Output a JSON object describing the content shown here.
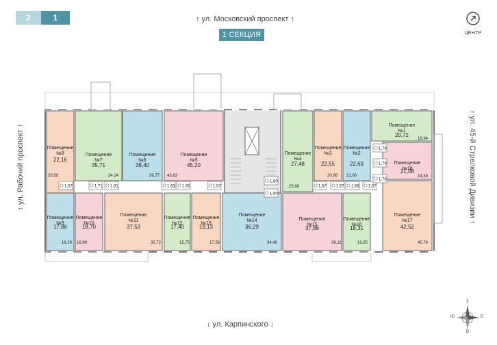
{
  "floor_tabs": [
    {
      "label": "2"
    },
    {
      "label": "1"
    }
  ],
  "streets": {
    "top": "↑ ул. Московский проспект ↑",
    "bottom": "↓ ул. Карпинского ↓",
    "left": "↑ ул. Рабочий проспект ↑",
    "right": "↑ ул. 45-й Стрелковой Дивизии ↑"
  },
  "section_label": "1 СЕКЦИЯ",
  "center_button": {
    "label": "ЦЕНТР"
  },
  "compass": {
    "n": "С",
    "s": "Ю",
    "e": "В",
    "w": "З"
  },
  "colors": {
    "peach": "#f8d8c3",
    "green": "#d4ebc9",
    "blue": "#bcdfea",
    "pink": "#f6d2d9",
    "gray": "#e6e6e6",
    "wall": "#777777",
    "accent": "#4f93a4"
  },
  "rooms": [
    {
      "name": "Помещение №8",
      "area": "22,16",
      "extra": "20,59",
      "color": "peach"
    },
    {
      "name": "Помещение №7",
      "area": "35,71",
      "extra": "34,14",
      "color": "green"
    },
    {
      "name": "Помещение №6",
      "area": "38,40",
      "extra": "36,77",
      "color": "blue"
    },
    {
      "name": "Помещение №5",
      "area": "45,20",
      "extra": "43,63",
      "color": "pink"
    },
    {
      "name": "Помещение №4",
      "area": "27,48",
      "extra": "25,68",
      "color": "green"
    },
    {
      "name": "Помещение №3",
      "area": "22,55",
      "extra": "20,98",
      "color": "peach"
    },
    {
      "name": "Помещение №2",
      "area": "22,63",
      "extra": "21,06",
      "color": "blue"
    },
    {
      "name": "Помещение №1",
      "area": "20,72",
      "extra": "18,94",
      "color": "green"
    },
    {
      "name": "Помещение №18",
      "area": "21,08",
      "extra": "19,30",
      "color": "pink"
    },
    {
      "name": "Помещение №17",
      "area": "42,52",
      "extra": "40,74",
      "color": "peach"
    },
    {
      "name": "Помещение №16",
      "area": "18,31",
      "extra": "16,65",
      "color": "green"
    },
    {
      "name": "Помещение №15",
      "area": "37,68",
      "extra": "36,11",
      "color": "pink"
    },
    {
      "name": "Помещение №14",
      "area": "36,29",
      "extra": "34,49",
      "color": "blue"
    },
    {
      "name": "Помещение №13",
      "area": "19,13",
      "extra": "17,56",
      "color": "peach"
    },
    {
      "name": "Помещение №12",
      "area": "17,40",
      "extra": "15,75",
      "color": "green"
    },
    {
      "name": "Помещение №11",
      "area": "37,53",
      "extra": "35,72",
      "color": "peach"
    },
    {
      "name": "Помещение №10",
      "area": "18,70",
      "extra": "16,99",
      "color": "pink"
    },
    {
      "name": "Помещение №9",
      "area": "17,86",
      "extra": "16,29",
      "color": "blue"
    }
  ],
  "bathrooms": [
    "1,57",
    "1,71",
    "1,81",
    "1,63",
    "1,65",
    "1,57",
    "1,80",
    "1,80",
    "1,57",
    "1,57",
    "1,66",
    "1,57",
    "1,78",
    "1,78",
    "1,78"
  ]
}
